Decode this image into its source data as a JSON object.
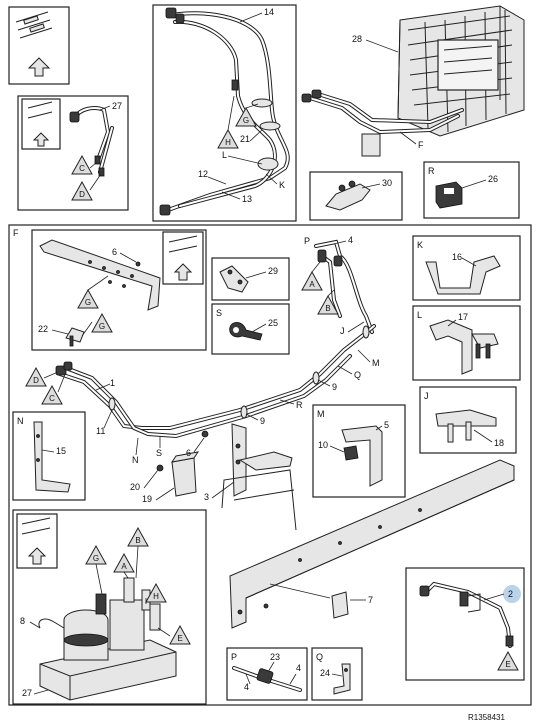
{
  "numbers": {
    "n1": "1",
    "n2": "2",
    "n3": "3",
    "n4a": "4",
    "n4b": "4",
    "n4c": "4",
    "n5": "5",
    "n6a": "6",
    "n6b": "6",
    "n7": "7",
    "n8": "8",
    "n9a": "9",
    "n9b": "9",
    "n10": "10",
    "n11": "11",
    "n12": "12",
    "n13": "13",
    "n14": "14",
    "n15": "15",
    "n16": "16",
    "n17": "17",
    "n18": "18",
    "n19": "19",
    "n20": "20",
    "n21": "21",
    "n22": "22",
    "n23": "23",
    "n24": "24",
    "n25": "25",
    "n26": "26",
    "n27a": "27",
    "n27b": "27",
    "n28": "28",
    "n29": "29",
    "n30": "30"
  },
  "sections": {
    "F": "F",
    "K": "K",
    "L": "L",
    "J": "J",
    "M": "M",
    "N": "N",
    "P": "P",
    "Q": "Q",
    "R": "R",
    "S": "S"
  },
  "hose_letters": {
    "L": "L",
    "K": "K",
    "F": "F",
    "P": "P",
    "J": "J",
    "M": "M",
    "Q": "Q",
    "R": "R",
    "S": "S",
    "N": "N"
  },
  "markers": {
    "A1": "A",
    "A2": "A",
    "B1": "B",
    "B2": "B",
    "C1": "C",
    "C2": "C",
    "D1": "D",
    "D2": "D",
    "E1": "E",
    "E2": "E",
    "G1": "G",
    "G2": "G",
    "G3": "G",
    "G4": "G",
    "H1": "H",
    "H2": "H"
  },
  "reference": "R1358431",
  "highlight_color": "#b9d3ea"
}
